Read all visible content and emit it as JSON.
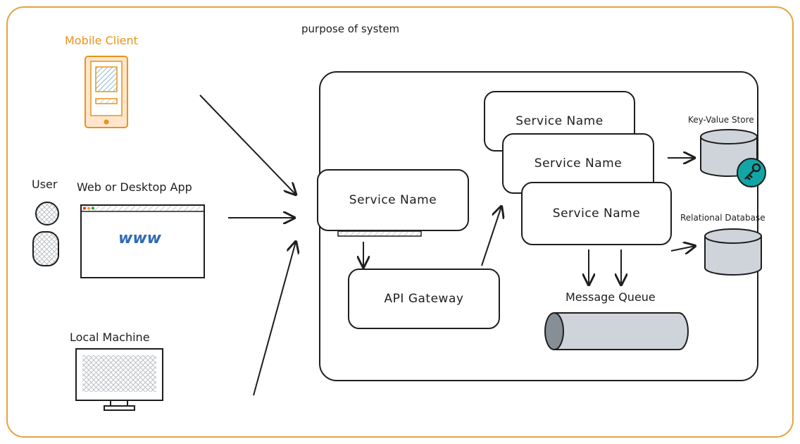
{
  "diagram": {
    "title": "purpose of system",
    "clients": {
      "mobile": "Mobile Client",
      "user": "User",
      "web": "Web or Desktop App",
      "web_content": "www",
      "local": "Local Machine"
    },
    "services": {
      "front_service": "Service Name",
      "service_1": "Service Name",
      "service_2": "Service Name",
      "service_3": "Service Name",
      "gateway": "API Gateway",
      "queue": "Message Queue"
    },
    "stores": {
      "kv": "Key-Value Store",
      "rdb": "Relational Database"
    },
    "colors": {
      "frame": "#e8a33d",
      "mobile": "#e8931c",
      "web_text": "#2f6bb3",
      "key_badge": "#12a5a5",
      "db_fill": "#ced4da",
      "queue_fill": "#ced4da"
    },
    "icons": [
      "phone-icon",
      "user-icon",
      "browser-icon",
      "monitor-icon",
      "database-icon",
      "key-icon",
      "queue-cylinder-icon"
    ]
  }
}
